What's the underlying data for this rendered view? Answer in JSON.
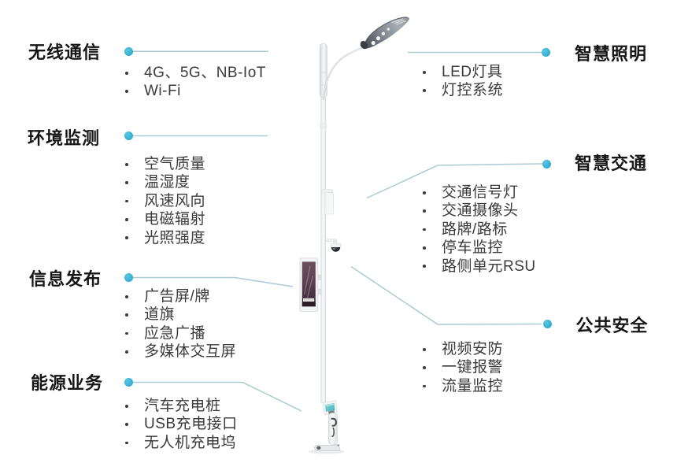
{
  "colors": {
    "accent_dot": "#3db5d9",
    "connector_line": "#adcbd7",
    "header_text": "#161616",
    "item_text": "#3a3a3a",
    "charging_screen_teal": "#38b9c0"
  },
  "groups": [
    {
      "id": "wireless",
      "side": "left",
      "label": "无线通信",
      "items": [
        "4G、5G、NB-IoT",
        "Wi-Fi"
      ]
    },
    {
      "id": "environment",
      "side": "left",
      "label": "环境监测",
      "items": [
        "空气质量",
        "温湿度",
        "风速风向",
        "电磁辐射",
        "光照强度"
      ]
    },
    {
      "id": "information",
      "side": "left",
      "label": "信息发布",
      "items": [
        "广告屏/牌",
        "道旗",
        "应急广播",
        "多媒体交互屏"
      ]
    },
    {
      "id": "energy",
      "side": "left",
      "label": "能源业务",
      "items": [
        "汽车充电桩",
        "USB充电接口",
        "无人机充电坞"
      ]
    },
    {
      "id": "lighting",
      "side": "right",
      "label": "智慧照明",
      "items": [
        "LED灯具",
        "灯控系统"
      ]
    },
    {
      "id": "traffic",
      "side": "right",
      "label": "智慧交通",
      "items": [
        "交通信号灯",
        "交通摄像头",
        "路牌/路标",
        "停车监控",
        "路侧单元RSU"
      ]
    },
    {
      "id": "security",
      "side": "right",
      "label": "公共安全",
      "items": [
        "视频安防",
        "一键报警",
        "流量监控"
      ]
    }
  ],
  "illustration": {
    "subject": "smart streetlight pole",
    "parts": [
      "led-lamp-head",
      "lamp-arm",
      "antenna-sleeve",
      "pole",
      "equipment-box",
      "dome-camera",
      "advertising-screen",
      "charging-pile",
      "pole-base"
    ]
  }
}
